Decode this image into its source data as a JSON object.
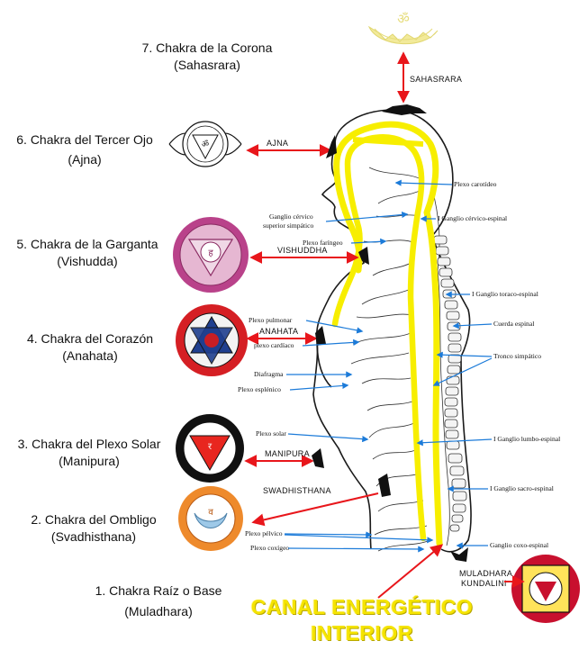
{
  "chakras": [
    {
      "title": "7. Chakra de la Corona",
      "sanskrit": "(Sahasrara)",
      "tag": "SAHASRARA",
      "color": "#f2ea9a"
    },
    {
      "title": "6. Chakra del Tercer Ojo",
      "sanskrit": "(Ajna)",
      "tag": "AJNA",
      "color": "#ffffff"
    },
    {
      "title": "5. Chakra de la Garganta",
      "sanskrit": "(Vishudda)",
      "tag": "VISHUDDHA",
      "color": "#b9428a"
    },
    {
      "title": "4. Chakra del Corazón",
      "sanskrit": "(Anahata)",
      "tag": "ANAHATA",
      "color": "#d51f24"
    },
    {
      "title": "3. Chakra del Plexo Solar",
      "sanskrit": "(Manipura)",
      "tag": "MANIPURA",
      "color": "#e8261f"
    },
    {
      "title": "2. Chakra del Ombligo",
      "sanskrit": "(Svadhisthana)",
      "tag": "SWADHISTHANA",
      "color": "#ee8a2c"
    },
    {
      "title": "1. Chakra Raíz o Base",
      "sanskrit": "(Muladhara)",
      "tags": [
        "MULADHARA",
        "KUNDALINI"
      ],
      "color": "#c8102e"
    }
  ],
  "anatomy_labels": {
    "plexo_carotideo": "Plexo carotídeo",
    "ganglio_cervico": "Ganglio cérvico",
    "superior_simpatico": "superior simpático",
    "ganglio_cervico_espinal": "I Ganglio cérvico-espinal",
    "plexo_faringeo": "Plexo faríngeo",
    "ganglio_toraco_espinal": "I Ganglio toraco-espinal",
    "plexo_pulmonar": "Plexo pulmonar",
    "cuerda_espinal": "Cuerda espinal",
    "plexo_cardiaco": "plexo cardíaco",
    "tronco_simpatico": "Tronco simpático",
    "diafragma": "Diafragma",
    "plexo_esplenico": "Plexo esplénico",
    "plexo_solar": "Plexo solar",
    "ganglio_lumbo_espinal": "I Ganglio lumbo-espinal",
    "ganglio_sacro_espinal": "I Ganglio sacro-espinal",
    "plexo_pelvico": "Plexo pélvico",
    "plexo_coxigeo": "Plexo coxígeo",
    "ganglio_coxo_espinal": "Ganglio coxo-espinal"
  },
  "canal": {
    "line1": "CANAL ENERGÉTICO",
    "line2": "INTERIOR"
  },
  "colors": {
    "arrow_red": "#e8161b",
    "arrow_blue": "#1c7bd9",
    "channel_yellow": "#f7ee00",
    "body_line": "#1a1a1a"
  },
  "icons": [
    "lotus-crown-icon",
    "ajna-eye-icon",
    "vishuddha-lotus-icon",
    "anahata-star-icon",
    "manipura-triangle-icon",
    "svadhisthana-moon-icon",
    "muladhara-square-icon"
  ]
}
